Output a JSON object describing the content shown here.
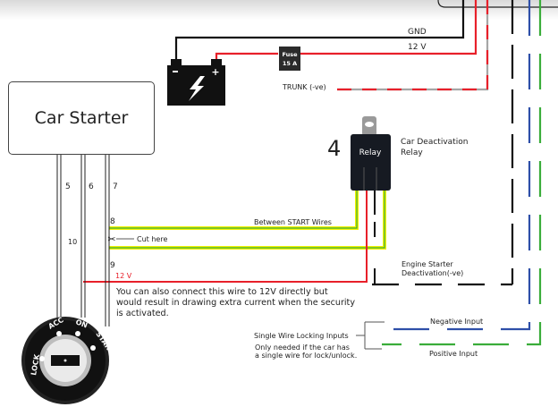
{
  "diagram": {
    "title": "Car Starter wiring diagram",
    "starter": {
      "label": "Car Starter",
      "wire_numbers": [
        "5",
        "6",
        "7"
      ]
    },
    "battery": {
      "icon": "battery-icon",
      "minus": "-",
      "plus": "+"
    },
    "fuse": {
      "line1": "Fuse",
      "line2": "15 A"
    },
    "power_labels": {
      "gnd": "GND",
      "v12": "12 V",
      "trunk": "TRUNK (-ve)"
    },
    "relay": {
      "number": "4",
      "label": "Relay",
      "description_line1": "Car Deactivation",
      "description_line2": "Relay"
    },
    "wires": {
      "w8": "8",
      "w8_label": "Between START Wires",
      "w10": "10",
      "cut_label": "Cut here",
      "cut_icon": "scissors-icon",
      "w9": "9",
      "w9_voltage": "12 V"
    },
    "note": {
      "line1": "You can also connect this wire to  12V  directly but",
      "line2": "would result in drawing extra current when the security",
      "line3": "is activated."
    },
    "engine_starter": {
      "line1": "Engine Starter",
      "line2": "Deactivation(-ve)"
    },
    "locking": {
      "title": "Single Wire Locking Inputs",
      "note_line1": "Only needed if the car has",
      "note_line2": "a single wire for lock/unlock.",
      "negative": "Negative Input",
      "positive": "Positive Input"
    },
    "ignition": {
      "lock": "LOCK",
      "acc": "ACC",
      "on": "ON",
      "start": "START"
    },
    "colors": {
      "red": "#e8202a",
      "black": "#111111",
      "grey": "#a6a6a6",
      "blue": "#2e4fa8",
      "green": "#3aad3a",
      "yellow": "#f2f200",
      "relay_body": "#161a22"
    }
  }
}
